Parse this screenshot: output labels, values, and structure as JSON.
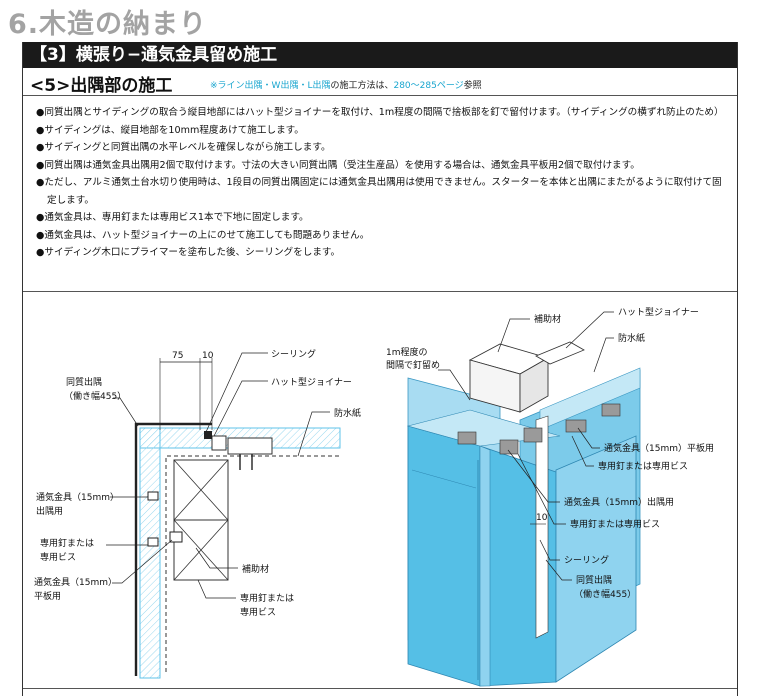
{
  "chapter_title": "6.木造の納まり",
  "section_title": "【3】横張り−通気金具留め施工",
  "subsection": {
    "title": "<5>出隅部の施工",
    "note_colored": "※ライン出隅・W出隅・L出隅",
    "note_plain": "の施工方法は、",
    "note_pages": "280〜285ページ",
    "note_end": "参照"
  },
  "bullets": [
    "同質出隅とサイディングの取合う縦目地部にはハット型ジョイナーを取付け、1m程度の間隔で捨板部を釘で留付けます。（サイディングの横ずれ防止のため）",
    "サイディングは、縦目地部を10mm程度あけて施工します。",
    "サイディングと同質出隅の水平レベルを確保しながら施工します。",
    "同質出隅は通気金具出隅用2個で取付けます。寸法の大きい同質出隅（受注生産品）を使用する場合は、通気金具平板用2個で取付けます。",
    "ただし、アルミ通気土台水切り使用時は、1段目の同質出隅固定には通気金具出隅用は使用できません。スターターを本体と出隅にまたがるように取付けて固定します。",
    "通気金具は、専用釘または専用ビス1本で下地に固定します。",
    "通気金具は、ハット型ジョイナーの上にのせて施工しても問題ありません。",
    "サイディング木口にプライマーを塗布した後、シーリングをします。"
  ],
  "plan": {
    "dim1": "75",
    "dim2": "10",
    "label_sealing": "シーリング",
    "label_hat": "ハット型ジョイナー",
    "label_corner": "同質出隅",
    "label_corner_width": "（働き幅455）",
    "label_paper": "防水紙",
    "label_fit_corner": "通気金具（15mm）",
    "label_fit_corner2": "出隅用",
    "label_nail": "専用釘または",
    "label_nail2": "専用ビス",
    "label_fit_flat": "通気金具（15mm）",
    "label_fit_flat2": "平板用",
    "label_aux": "補助材",
    "label_nail_b": "専用釘または",
    "label_nail_b2": "専用ビス"
  },
  "iso": {
    "label_aux": "補助材",
    "label_hat": "ハット型ジョイナー",
    "label_paper": "防水紙",
    "label_nail_spacing": "1m程度の",
    "label_nail_spacing2": "間隔で釘留め",
    "label_fit_flat": "通気金具（15mm）平板用",
    "label_nail_flat": "専用釘または専用ビス",
    "label_fit_corner": "通気金具（15mm）出隅用",
    "label_nail_corner": "専用釘または専用ビス",
    "dim_gap": "10",
    "label_sealing": "シーリング",
    "label_corner": "同質出隅",
    "label_corner_width": "（働き幅455）"
  },
  "colors": {
    "panel_front": "#55bfe6",
    "panel_side": "#8fd3ef",
    "panel_top": "#c4e8f6",
    "accent_note": "#1aa6cf",
    "section_bar": "#1a1a1a",
    "chapter_gray": "#a3a3a3"
  }
}
